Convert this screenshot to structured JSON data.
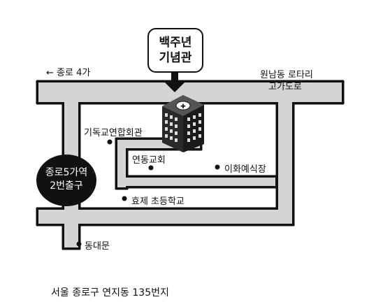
{
  "landmark": {
    "line1": "백주년",
    "line2": "기념관"
  },
  "labels": {
    "jongno4ga": "← 종로 4가",
    "wonnam_line1": "원남동 로타리",
    "wonnam_line2": "고가도로",
    "gidok": "기독교연합회관",
    "yeondong_church": "연동교회",
    "ihwa_hall": "이화예식장",
    "hyoje_school": "효제 초등학교",
    "dongdaemun": "동대문"
  },
  "station": {
    "line1": "종로5가역",
    "line2": "2번출구"
  },
  "address": "서울 종로구 연지동 135번지",
  "colors": {
    "road_fill": "#d4d4d4",
    "road_edge": "#111111",
    "marker": "#111111"
  },
  "icons": [
    "building-icon",
    "arrow-down-icon",
    "dot-marker-icon"
  ]
}
